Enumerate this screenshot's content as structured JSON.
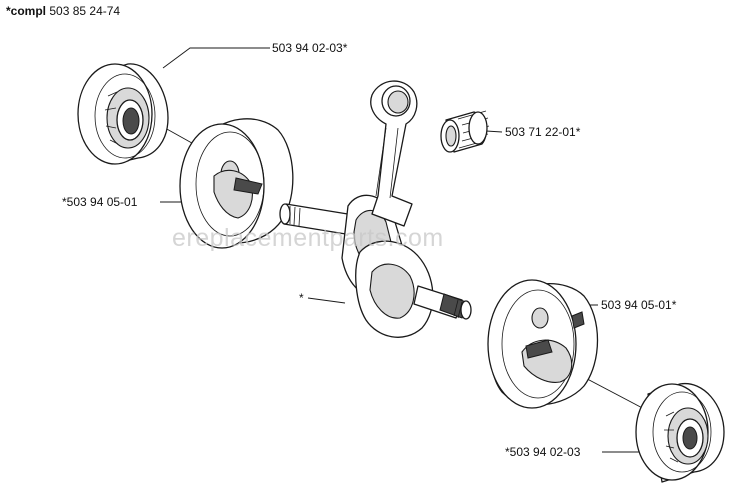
{
  "labels": {
    "assembly_prefix": "*compl",
    "assembly_number": "503 85 24-74",
    "bearing_top": "503 94 02-03*",
    "needle_bearing": "503 71 22-01*",
    "crank_half_left": "*503 94 05-01",
    "crank_half_right": "503 94 05-01*",
    "crankshaft": "*",
    "bearing_bottom": "*503 94 02-03"
  },
  "watermark": "ereplacementparts.com"
}
